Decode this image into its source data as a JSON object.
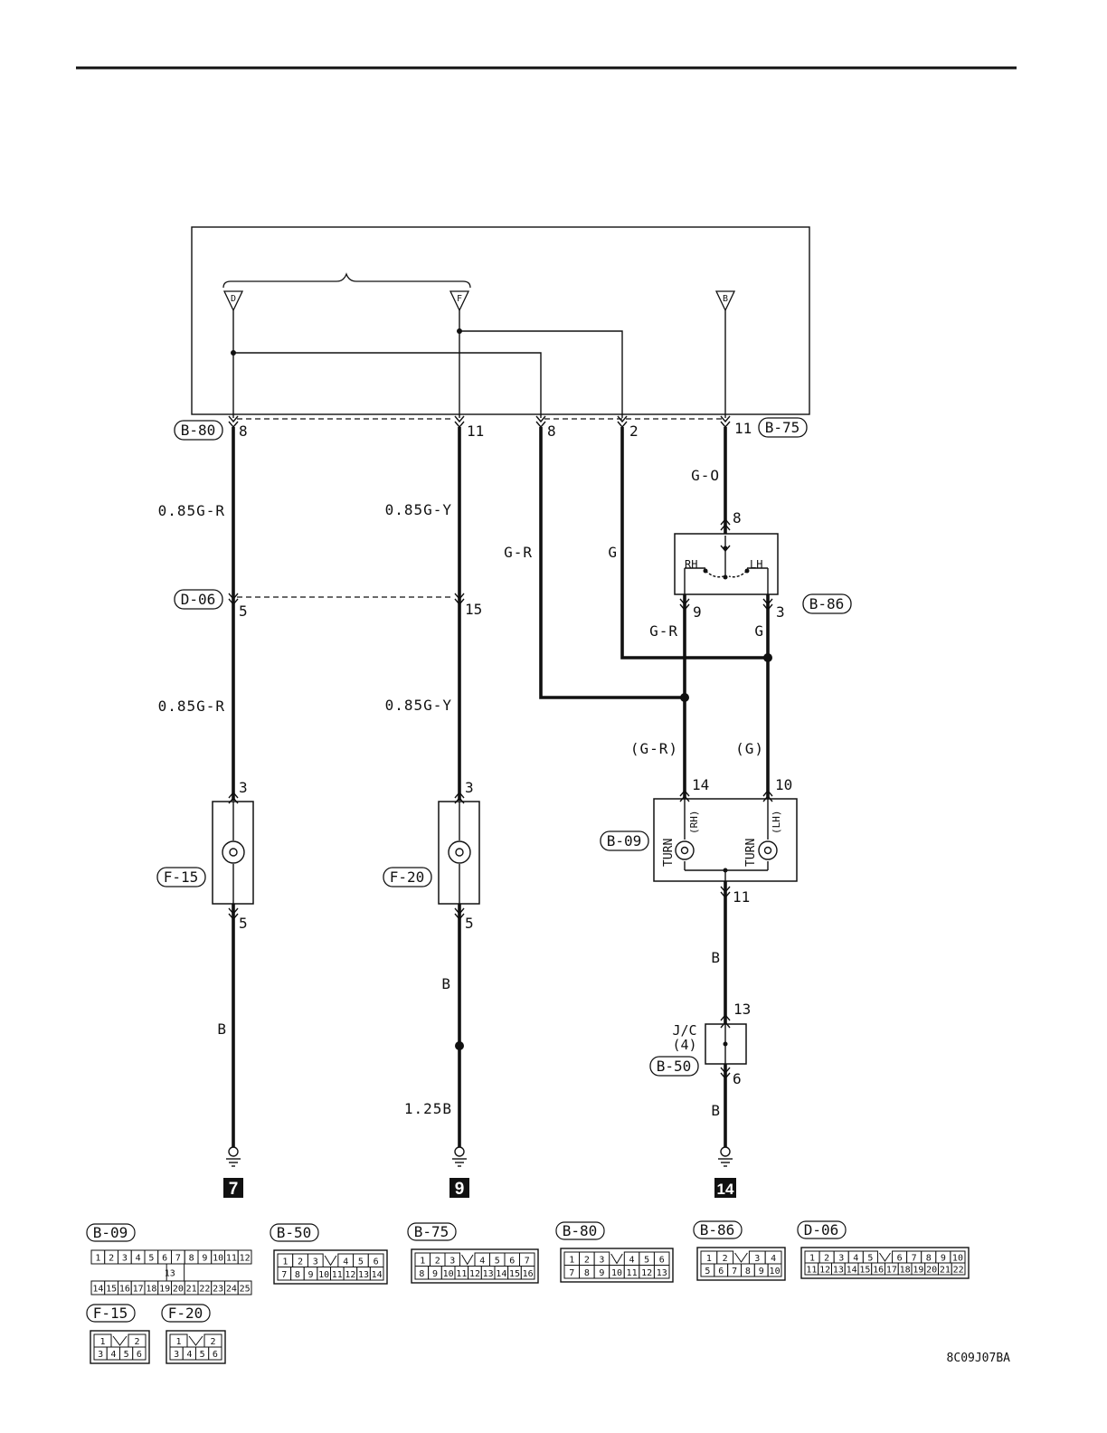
{
  "connectors": {
    "B80": "B-80",
    "B75": "B-75",
    "D06": "D-06",
    "B86": "B-86",
    "F15": "F-15",
    "F20": "F-20",
    "B09": "B-09",
    "B50": "B-50"
  },
  "module_terminals": [
    "D",
    "F",
    "B"
  ],
  "pins": {
    "b80_left": "8",
    "b80_right": "11",
    "b75_a": "8",
    "b75_b": "2",
    "b75_c": "11",
    "d06_left": "5",
    "d06_right": "15",
    "b86_top": "8",
    "b86_rh": "9",
    "b86_lh": "3",
    "f15_top": "3",
    "f15_bot": "5",
    "f20_top": "3",
    "f20_bot": "5",
    "b09_rh": "14",
    "b09_lh": "10",
    "b09_bot": "11",
    "jc_top": "13",
    "jc_bot": "6"
  },
  "wires": {
    "w1_top": "0.85G-R",
    "w2_top": "0.85G-Y",
    "w3": "G-R",
    "w4": "G",
    "w5": "G-O",
    "w1_mid": "0.85G-R",
    "w2_mid": "0.85G-Y",
    "b86_rh": "G-R",
    "b86_lh": "G",
    "b09_rh_in": "(G-R)",
    "b09_lh_in": "(G)",
    "w1_bot": "B",
    "w2_bot": "B",
    "w2_gnd": "1.25B",
    "w3_bot": "B",
    "w3_gnd": "B"
  },
  "switch": {
    "rh": "RH",
    "lh": "LH"
  },
  "lamp_unit": {
    "turn_rh": "TURN",
    "rh": "(RH)",
    "turn_lh": "TURN",
    "lh": "(LH)"
  },
  "jc": {
    "line1": "J/C",
    "line2": "(4)"
  },
  "grounds": [
    "7",
    "9",
    "14"
  ],
  "connector_faces": {
    "B09": {
      "row1": [
        "1",
        "2",
        "3",
        "4",
        "5",
        "6",
        "7",
        "8",
        "9",
        "10",
        "11",
        "12"
      ],
      "mid": "13",
      "row2": [
        "14",
        "15",
        "16",
        "17",
        "18",
        "19",
        "20",
        "21",
        "22",
        "23",
        "24",
        "25"
      ]
    },
    "B50": {
      "row1": [
        "1",
        "2",
        "3",
        "",
        "4",
        "5",
        "6"
      ],
      "row2": [
        "7",
        "8",
        "9",
        "10",
        "11",
        "12",
        "13",
        "14"
      ]
    },
    "B75": {
      "row1": [
        "1",
        "2",
        "3",
        "",
        "4",
        "5",
        "6",
        "7"
      ],
      "row2": [
        "8",
        "9",
        "10",
        "11",
        "12",
        "13",
        "14",
        "15",
        "16"
      ]
    },
    "B80": {
      "row1": [
        "1",
        "2",
        "3",
        "",
        "4",
        "5",
        "6"
      ],
      "row2": [
        "7",
        "8",
        "9",
        "10",
        "11",
        "12",
        "13"
      ]
    },
    "B86": {
      "row1": [
        "1",
        "2",
        "",
        "3",
        "4"
      ],
      "row2": [
        "5",
        "6",
        "7",
        "8",
        "9",
        "10"
      ]
    },
    "D06": {
      "row1": [
        "1",
        "2",
        "3",
        "4",
        "5",
        "",
        "6",
        "7",
        "8",
        "9",
        "10"
      ],
      "row2": [
        "11",
        "12",
        "13",
        "14",
        "15",
        "16",
        "17",
        "18",
        "19",
        "20",
        "21",
        "22"
      ]
    },
    "F15": {
      "row1": [
        "1",
        "",
        "2"
      ],
      "row2": [
        "3",
        "4",
        "5",
        "6"
      ]
    },
    "F20": {
      "row1": [
        "1",
        "",
        "2"
      ],
      "row2": [
        "3",
        "4",
        "5",
        "6"
      ]
    }
  },
  "figure_code": "8C09J07BA"
}
